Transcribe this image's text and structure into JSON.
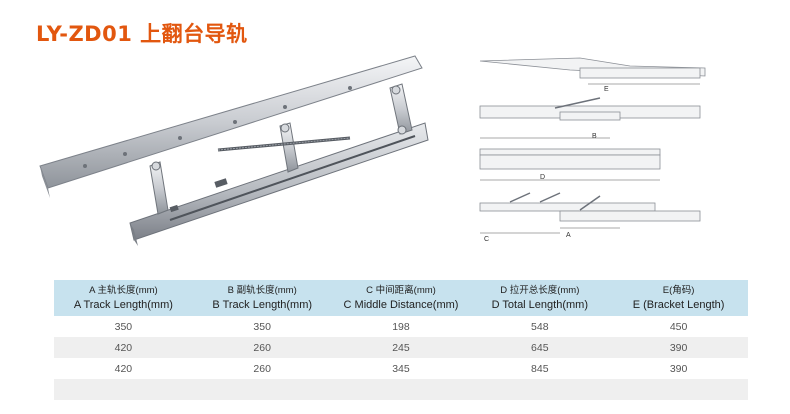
{
  "title": "LY-ZD01 上翻台导轨",
  "diagram_labels": {
    "e": "E",
    "b": "B",
    "d": "D",
    "c": "C",
    "a": "A"
  },
  "table": {
    "columns": [
      {
        "cn": "A 主轨长度(mm)",
        "en": "A Track Length(mm)"
      },
      {
        "cn": "B 副轨长度(mm)",
        "en": "B Track Length(mm)"
      },
      {
        "cn": "C 中间距离(mm)",
        "en": "C Middle Distance(mm)"
      },
      {
        "cn": "D 拉开总长度(mm)",
        "en": "D Total Length(mm)"
      },
      {
        "cn": "E(角码)",
        "en": "E (Bracket Length)"
      }
    ],
    "rows": [
      [
        "350",
        "350",
        "198",
        "548",
        "450"
      ],
      [
        "420",
        "260",
        "245",
        "645",
        "390"
      ],
      [
        "420",
        "260",
        "345",
        "845",
        "390"
      ],
      [
        "",
        "",
        "",
        "",
        ""
      ]
    ]
  }
}
